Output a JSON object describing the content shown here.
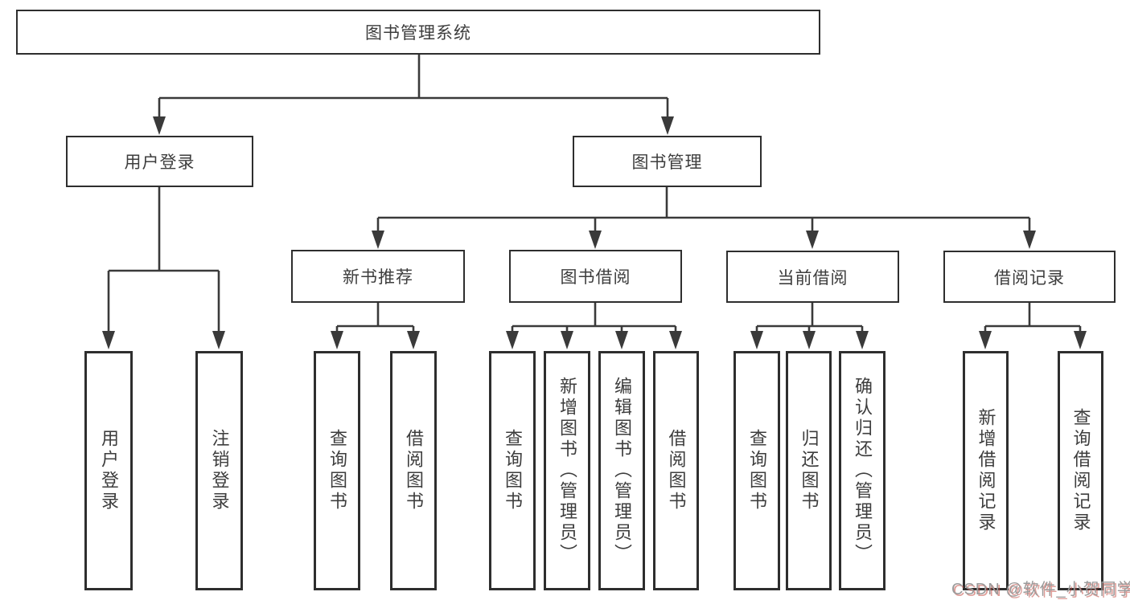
{
  "tree": {
    "label": "图书管理系统",
    "children": [
      {
        "label": "用户登录",
        "children": [
          {
            "label": "用户登录"
          },
          {
            "label": "注销登录"
          }
        ]
      },
      {
        "label": "图书管理",
        "children": [
          {
            "label": "新书推荐",
            "children": [
              {
                "label": "查询图书"
              },
              {
                "label": "借阅图书"
              }
            ]
          },
          {
            "label": "图书借阅",
            "children": [
              {
                "label": "查询图书"
              },
              {
                "label": "新增图书（管理员）"
              },
              {
                "label": "编辑图书（管理员）"
              },
              {
                "label": "借阅图书"
              }
            ]
          },
          {
            "label": "当前借阅",
            "children": [
              {
                "label": "查询图书"
              },
              {
                "label": "归还图书"
              },
              {
                "label": "确认归还（管理员）"
              }
            ]
          },
          {
            "label": "借阅记录",
            "children": [
              {
                "label": "新增借阅记录"
              },
              {
                "label": "查询借阅记录"
              }
            ]
          }
        ]
      }
    ]
  },
  "watermark": {
    "text": "CSDN @软件_小贺同学"
  },
  "colors": {
    "line": "#3a3a3a",
    "box_border": "#2e2e2e",
    "text": "#3d3d3d",
    "background": "#ffffff",
    "watermark_text": "#9b9b9b",
    "watermark_shadow": "#c24b41"
  }
}
